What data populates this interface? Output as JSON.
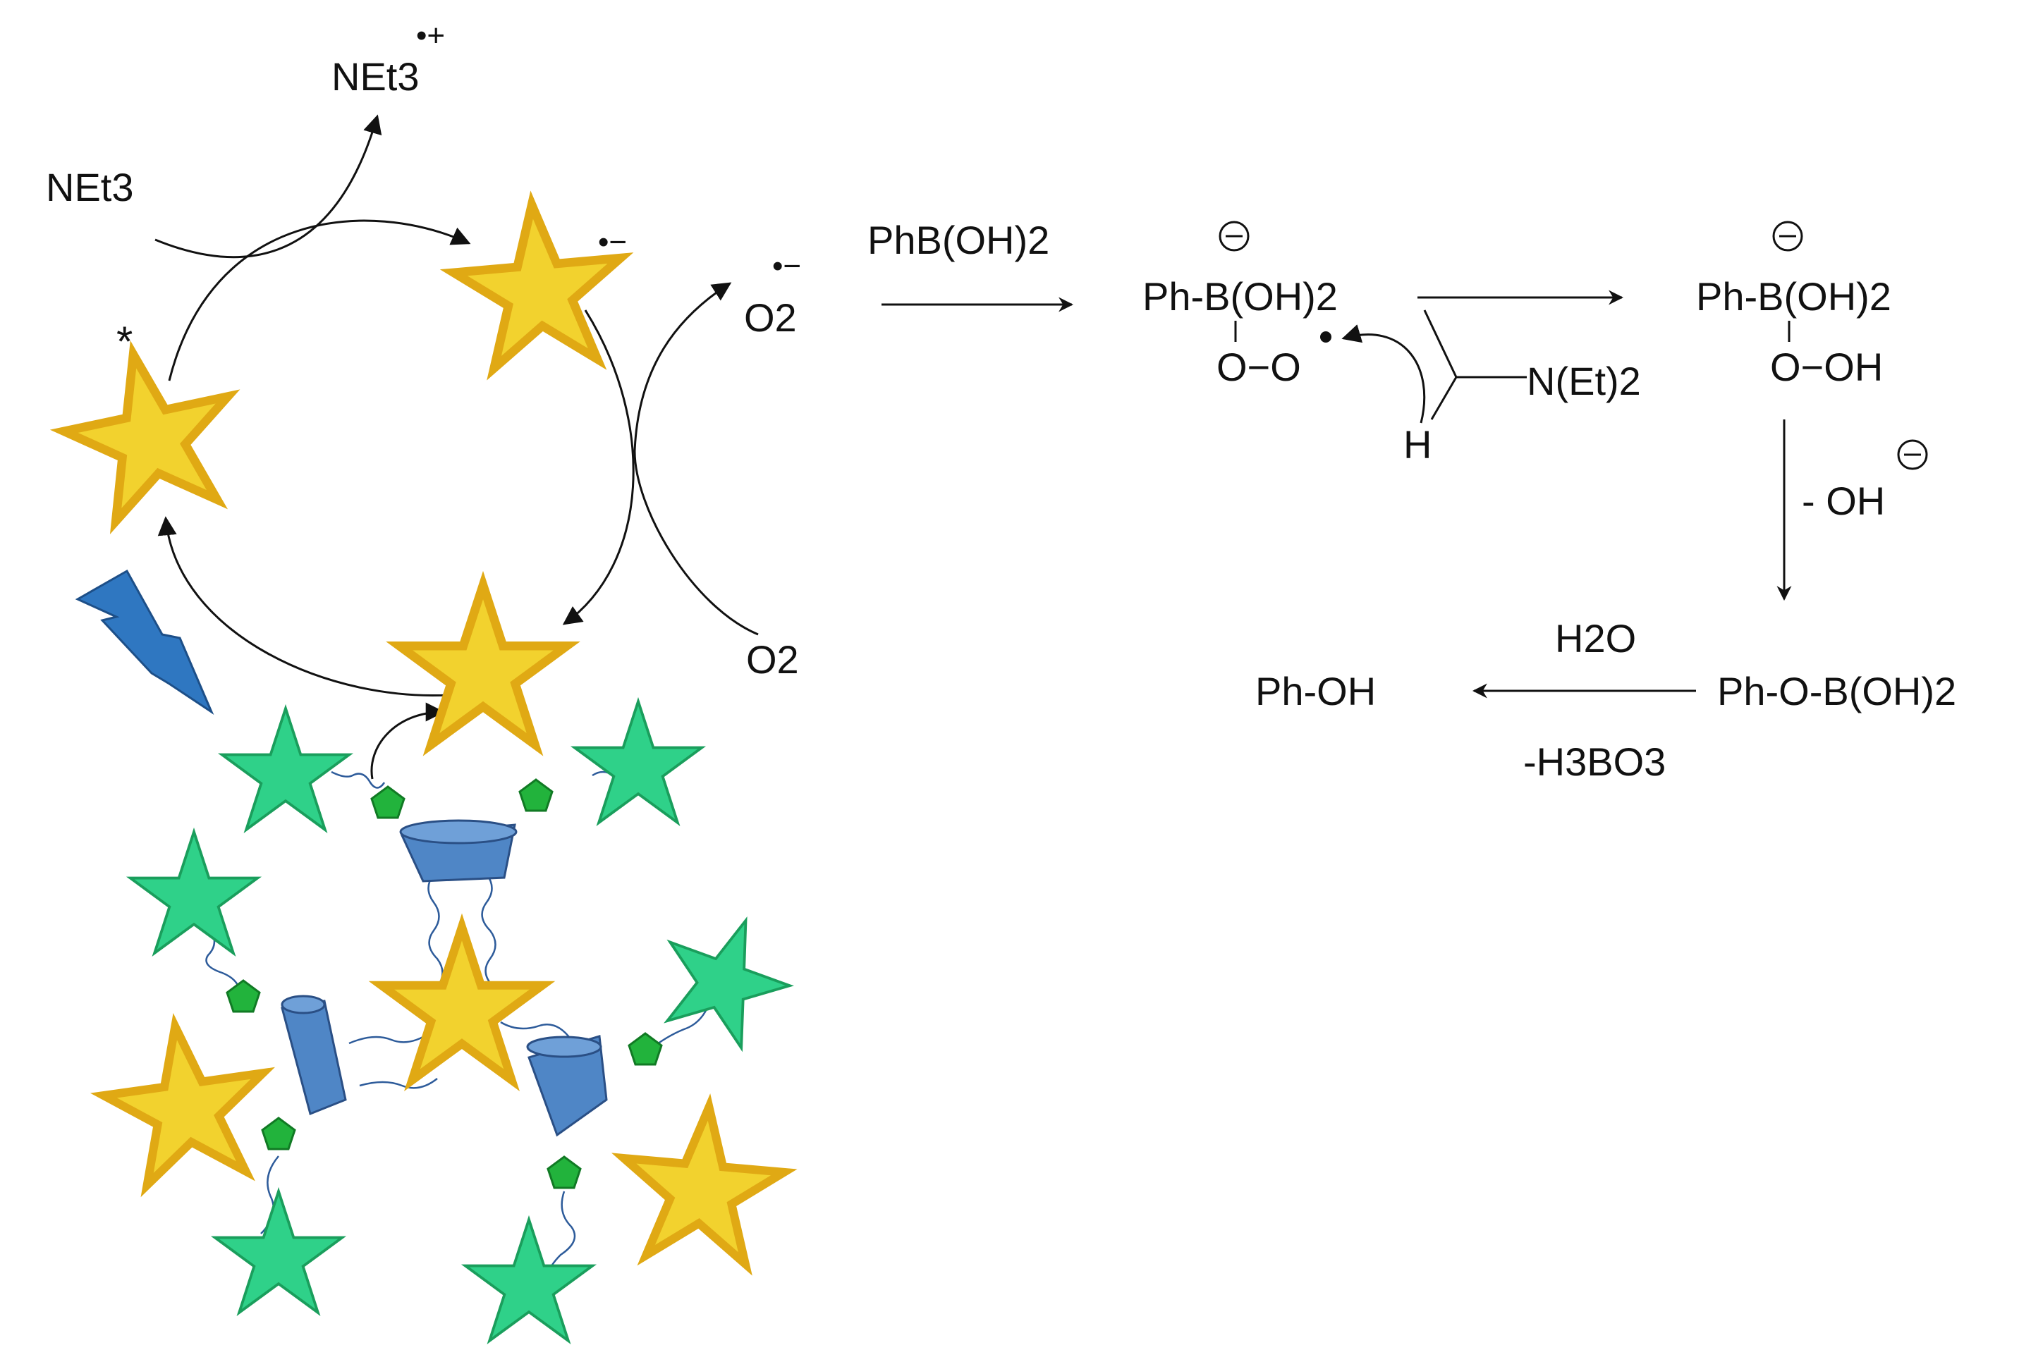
{
  "diagram": {
    "cycle": {
      "donor": "NEt3",
      "donor_radical_cation": "NEt3",
      "donor_charge": "•+",
      "excited_mark": "*",
      "reduced_charge": "•−",
      "oxygen_in": "O2",
      "superoxide": "O2",
      "superoxide_charge": "•−"
    },
    "mechanism": {
      "reagent_1": "PhB(OH)2",
      "intermediate_1_top": "Ph-B(OH)2",
      "intermediate_1_bottom": "O−O",
      "amine": "N(Et)2",
      "hydrogen": "H",
      "intermediate_2_top": "Ph-B(OH)2",
      "intermediate_2_bottom": "O−OH",
      "loss_hydroxide": "- OH",
      "borate_ester": "Ph-O-B(OH)2",
      "water": "H2O",
      "byproduct": "-H3BO3",
      "product": "Ph-OH",
      "minus_charge": "−"
    },
    "colors": {
      "yellow_star": "#f2d22e",
      "yellow_star_edge": "#e0a914",
      "green_star": "#2fd189",
      "green_star_edge": "#1a9e5c",
      "macrocycle": "#4f86c6",
      "lightning": "#2f77c1",
      "pentagon": "#22b33c"
    },
    "icons": [
      "lightning-icon",
      "star-icon",
      "pentagon-icon",
      "macrocycle-icon"
    ]
  }
}
